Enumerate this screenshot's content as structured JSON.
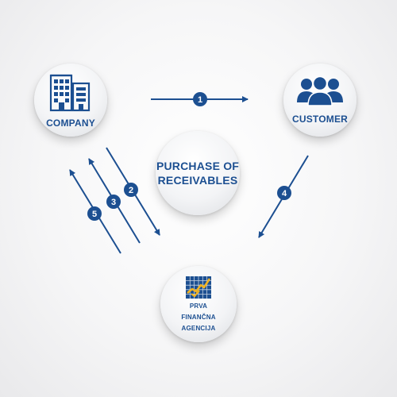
{
  "nodes": {
    "company": {
      "label": "COMPANY",
      "icon": "office-buildings-icon"
    },
    "customer": {
      "label": "CUSTOMER",
      "icon": "group-of-people-icon"
    },
    "center": {
      "line1": "PURCHASE OF",
      "line2": "RECEIVABLES"
    },
    "agency": {
      "line1": "PRVA",
      "line2": "FINANČNA",
      "line3": "AGENCIJA",
      "icon": "rising-chart-checkmark-icon"
    }
  },
  "steps": [
    "1",
    "2",
    "3",
    "4",
    "5"
  ],
  "colors": {
    "primary": "#1c4f91",
    "accent": "#f0b323"
  }
}
